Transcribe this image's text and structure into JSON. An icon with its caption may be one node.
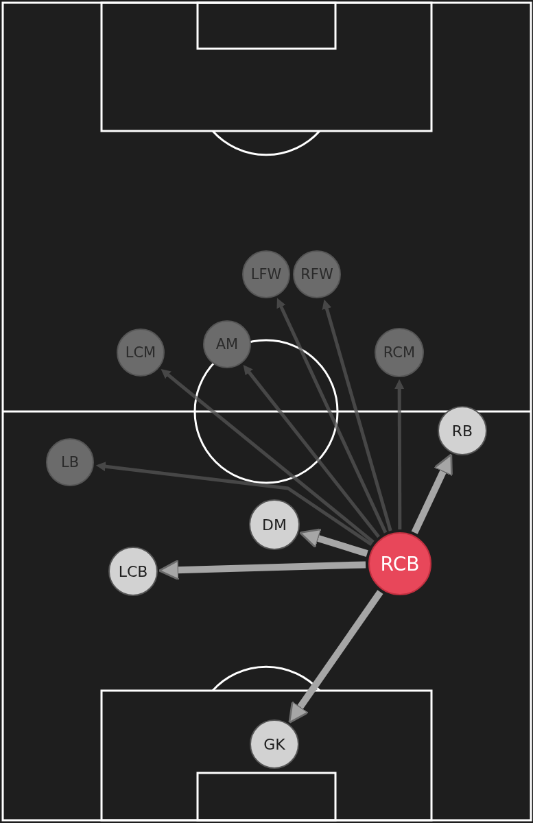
{
  "diagram": {
    "nodes": [
      {
        "text": [
          "LFW"
        ]
      },
      {
        "text": [
          "RFW"
        ]
      },
      {
        "text": [
          "AM"
        ]
      },
      {
        "text": [
          "LCM"
        ]
      },
      {
        "text": [
          "RCM"
        ]
      },
      {
        "text": [
          "RB"
        ]
      },
      {
        "text": [
          "LB"
        ]
      },
      {
        "text": [
          "DM"
        ]
      },
      {
        "text": [
          "RCB"
        ]
      },
      {
        "text": [
          "LCB"
        ]
      },
      {
        "text": [
          "GK"
        ]
      }
    ],
    "edges": [
      {
        "from": 8,
        "to": 6,
        "arrow": "to"
      },
      {
        "from": 8,
        "to": 3,
        "arrow": "to"
      },
      {
        "from": 8,
        "to": 2,
        "arrow": "to"
      },
      {
        "from": 8,
        "to": 0,
        "arrow": "to"
      },
      {
        "from": 8,
        "to": 1,
        "arrow": "to"
      },
      {
        "from": 8,
        "to": 4,
        "arrow": "to"
      },
      {
        "from": 8,
        "to": 5,
        "arrow": "to",
        "style": "thick",
        "color": "#a6a6a6"
      },
      {
        "from": 8,
        "to": 7,
        "arrow": "to",
        "style": "thick",
        "color": "#a6a6a6"
      },
      {
        "from": 8,
        "to": 9,
        "arrow": "to",
        "style": "thick",
        "color": "#a6a6a6"
      },
      {
        "from": 8,
        "to": 10,
        "arrow": "to",
        "style": "thick",
        "color": "#a6a6a6"
      }
    ]
  }
}
